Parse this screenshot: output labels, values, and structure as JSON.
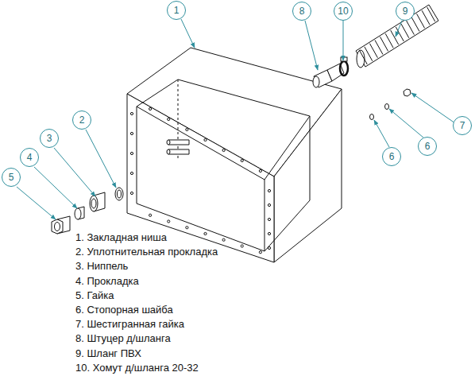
{
  "diagram": {
    "labels": [
      "1",
      "8",
      "10",
      "9",
      "2",
      "3",
      "4",
      "5",
      "6",
      "6",
      "7",
      "1. Закладная ниша",
      "2. Уплотнительная прокладка",
      "3. Ниппель",
      "4. Прокладка",
      "5. Гайка",
      "6. Стопорная шайба",
      "7. Шестигранная гайка",
      "8. Штуцер д/шланга",
      "9. Шланг ПВХ",
      "10. Хомут д/шланга 20-32"
    ]
  }
}
